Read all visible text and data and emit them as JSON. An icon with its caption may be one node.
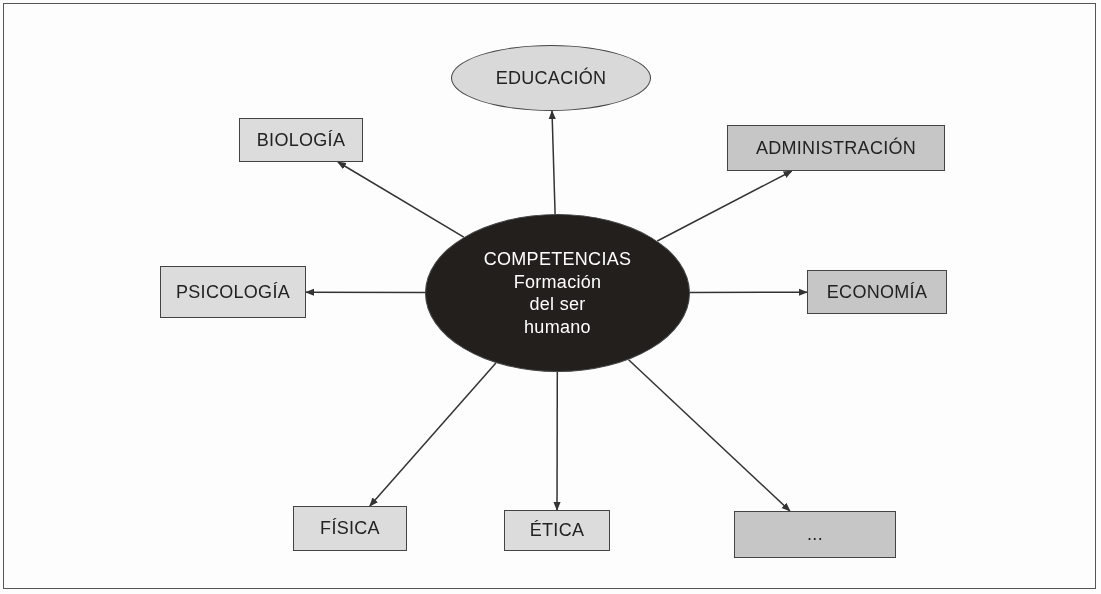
{
  "diagram": {
    "nodes": [
      {
        "text": [
          "EDUCACIÓN"
        ]
      },
      {
        "text": [
          "BIOLOGÍA"
        ]
      },
      {
        "text": [
          "ADMINISTRACIÓN"
        ]
      },
      {
        "text": [
          "COMPETENCIAS",
          "Formación del ser humano"
        ]
      },
      {
        "text": [
          "PSICOLOGÍA"
        ]
      },
      {
        "text": [
          "ECONOMÍA"
        ]
      },
      {
        "text": [
          "FÍSICA"
        ]
      },
      {
        "text": [
          "ÉTICA"
        ]
      },
      {
        "text": [
          "..."
        ]
      }
    ],
    "edges": [
      {
        "from": 3,
        "to": 0,
        "arrow": "to"
      },
      {
        "from": 3,
        "to": 1,
        "arrow": "to"
      },
      {
        "from": 3,
        "to": 2,
        "arrow": "to"
      },
      {
        "from": 3,
        "to": 4,
        "arrow": "to"
      },
      {
        "from": 3,
        "to": 5,
        "arrow": "to"
      },
      {
        "from": 3,
        "to": 6,
        "arrow": "to"
      },
      {
        "from": 3,
        "to": 7,
        "arrow": "to"
      },
      {
        "from": 3,
        "to": 8,
        "arrow": "to"
      }
    ]
  }
}
